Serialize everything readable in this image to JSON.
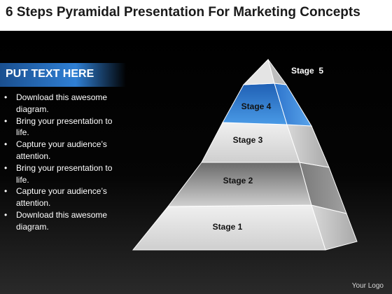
{
  "title": "6 Steps Pyramidal Presentation For Marketing Concepts",
  "text_panel": {
    "heading": "PUT TEXT HERE",
    "bullets": [
      "Download this awesome diagram.",
      "Bring your presentation to life.",
      "Capture your audience’s attention.",
      "Bring your presentation to life.",
      "Capture your audience’s attention.",
      "Download this awesome diagram."
    ]
  },
  "pyramid": {
    "stages": [
      {
        "label": "Stage 1",
        "highlighted": false
      },
      {
        "label": "Stage 2",
        "highlighted": false
      },
      {
        "label": "Stage 3",
        "highlighted": false
      },
      {
        "label": "Stage 4",
        "highlighted": true
      },
      {
        "label": "Stage  5",
        "highlighted": false
      }
    ],
    "highlight_color": "#2f80d6"
  },
  "footer": {
    "logo_text": "Your Logo"
  }
}
